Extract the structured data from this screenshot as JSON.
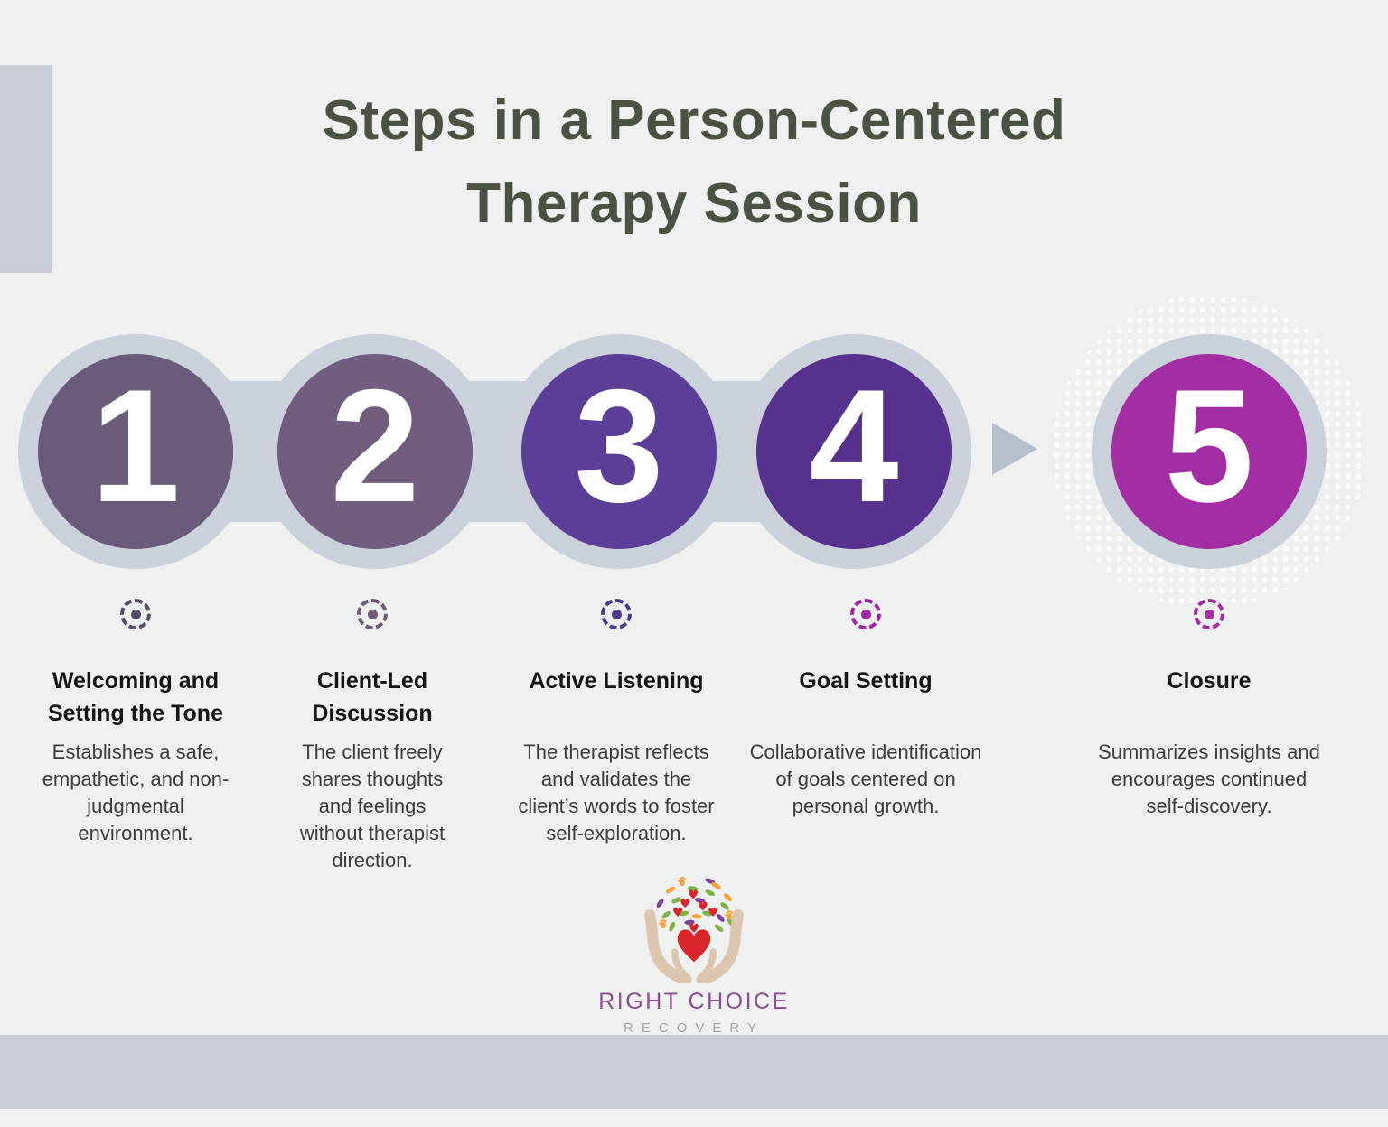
{
  "title": {
    "text": "Steps in a Person-Centered\nTherapy Session"
  },
  "steps": [
    {
      "number": "1",
      "title": "Welcoming and\nSetting the  Tone",
      "description": "Establishes a safe,\nempathetic, and non-\njudgmental\nenvironment.",
      "accent": "#6a5b7a",
      "circle_style": "background-color:#6a5b7a",
      "icon_style": "border-color:#564d68",
      "dot_style": "background-color:#564d68"
    },
    {
      "number": "2",
      "title": "Client-Led\nDiscussion",
      "description": "The client freely\nshares thoughts\nand feelings\nwithout therapist\ndirection.",
      "accent": "#715e7e",
      "circle_style": "background-color:#715e7e",
      "icon_style": "border-color:#6e5c77",
      "dot_style": "background-color:#6e5c77"
    },
    {
      "number": "3",
      "title": "Active Listening",
      "description": "The therapist reflects\nand validates the\nclient’s words to foster\nself-exploration.",
      "accent": "#5b3e97",
      "circle_style": "background-color:#5b3e97",
      "icon_style": "border-color:#4d3b8d",
      "dot_style": "background-color:#4d3b8d"
    },
    {
      "number": "4",
      "title": "Goal Setting",
      "description": "Collaborative identification\nof goals centered on\npersonal growth.",
      "accent": "#56318e",
      "circle_style": "background-color:#56318e",
      "icon_style": "border-color:#9e28a3",
      "dot_style": "background-color:#9e28a3"
    },
    {
      "number": "5",
      "title": "Closure",
      "description": "Summarizes insights and\nencourages continued\nself-discovery.",
      "accent": "#a32da2",
      "circle_style": "background-color:#a32da2",
      "icon_style": "border-color:#a32da2",
      "dot_style": "background-color:#a32da2"
    }
  ],
  "logo": {
    "name": "RIGHT CHOICE",
    "sub": "RECOVERY"
  },
  "colors": {
    "background": "#eef1ef",
    "connector_ring": "#cbd1da",
    "accent_bars": "#c8cdd7",
    "title_text": "#4a5244",
    "step_title_text": "#151515",
    "description_text": "#3c3c3c",
    "arrow": "#b8bfcc",
    "logo_name": "#8a4e92",
    "logo_sub": "#a6a6a6",
    "heart_red": "#d8262c",
    "hands_tan": "#dcc6b0"
  }
}
